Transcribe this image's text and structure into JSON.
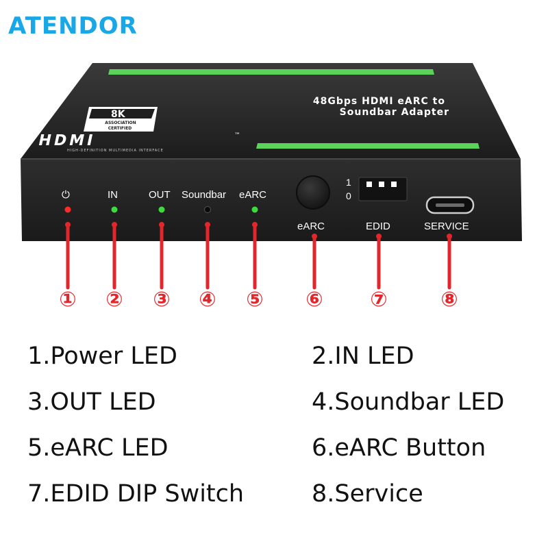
{
  "brand": {
    "name": "ATENDOR",
    "color": "#1aa7e6"
  },
  "device": {
    "title_line1": "48Gbps HDMI eARC to",
    "title_line2": "Soundbar Adapter",
    "cert_top": "8K",
    "cert_mid": "ASSOCIATION",
    "cert_bottom": "CERTIFIED",
    "hdmi_logo": "HDMI",
    "hdmi_tm": "™",
    "hdmi_tagline": "HIGH-DEFINITION MULTIMEDIA INTERFACE",
    "accent_color": "#5bd35b",
    "body_color": "#2b2b2b"
  },
  "panel_labels": {
    "power_symbol": "⏻",
    "in": "IN",
    "out": "OUT",
    "soundbar": "Soundbar",
    "earc": "eARC",
    "dip_on": "1",
    "dip_off": "0",
    "earc_button": "eARC",
    "edid": "EDID",
    "service": "SERVICE"
  },
  "leds": {
    "power_color": "#ff2a2a",
    "in_color": "#3ddc3d",
    "out_color": "#3ddc3d",
    "soundbar_color": "#111111",
    "earc_color": "#3ddc3d"
  },
  "callouts": {
    "color": "#e3262b",
    "labels": [
      "①",
      "②",
      "③",
      "④",
      "⑤",
      "⑥",
      "⑦",
      "⑧"
    ]
  },
  "legend": {
    "item1": "1.Power LED",
    "item2": "2.IN LED",
    "item3": "3.OUT LED",
    "item4": "4.Soundbar LED",
    "item5": "5.eARC LED",
    "item6": "6.eARC Button",
    "item7": "7.EDID DIP Switch",
    "item8": "8.Service"
  }
}
